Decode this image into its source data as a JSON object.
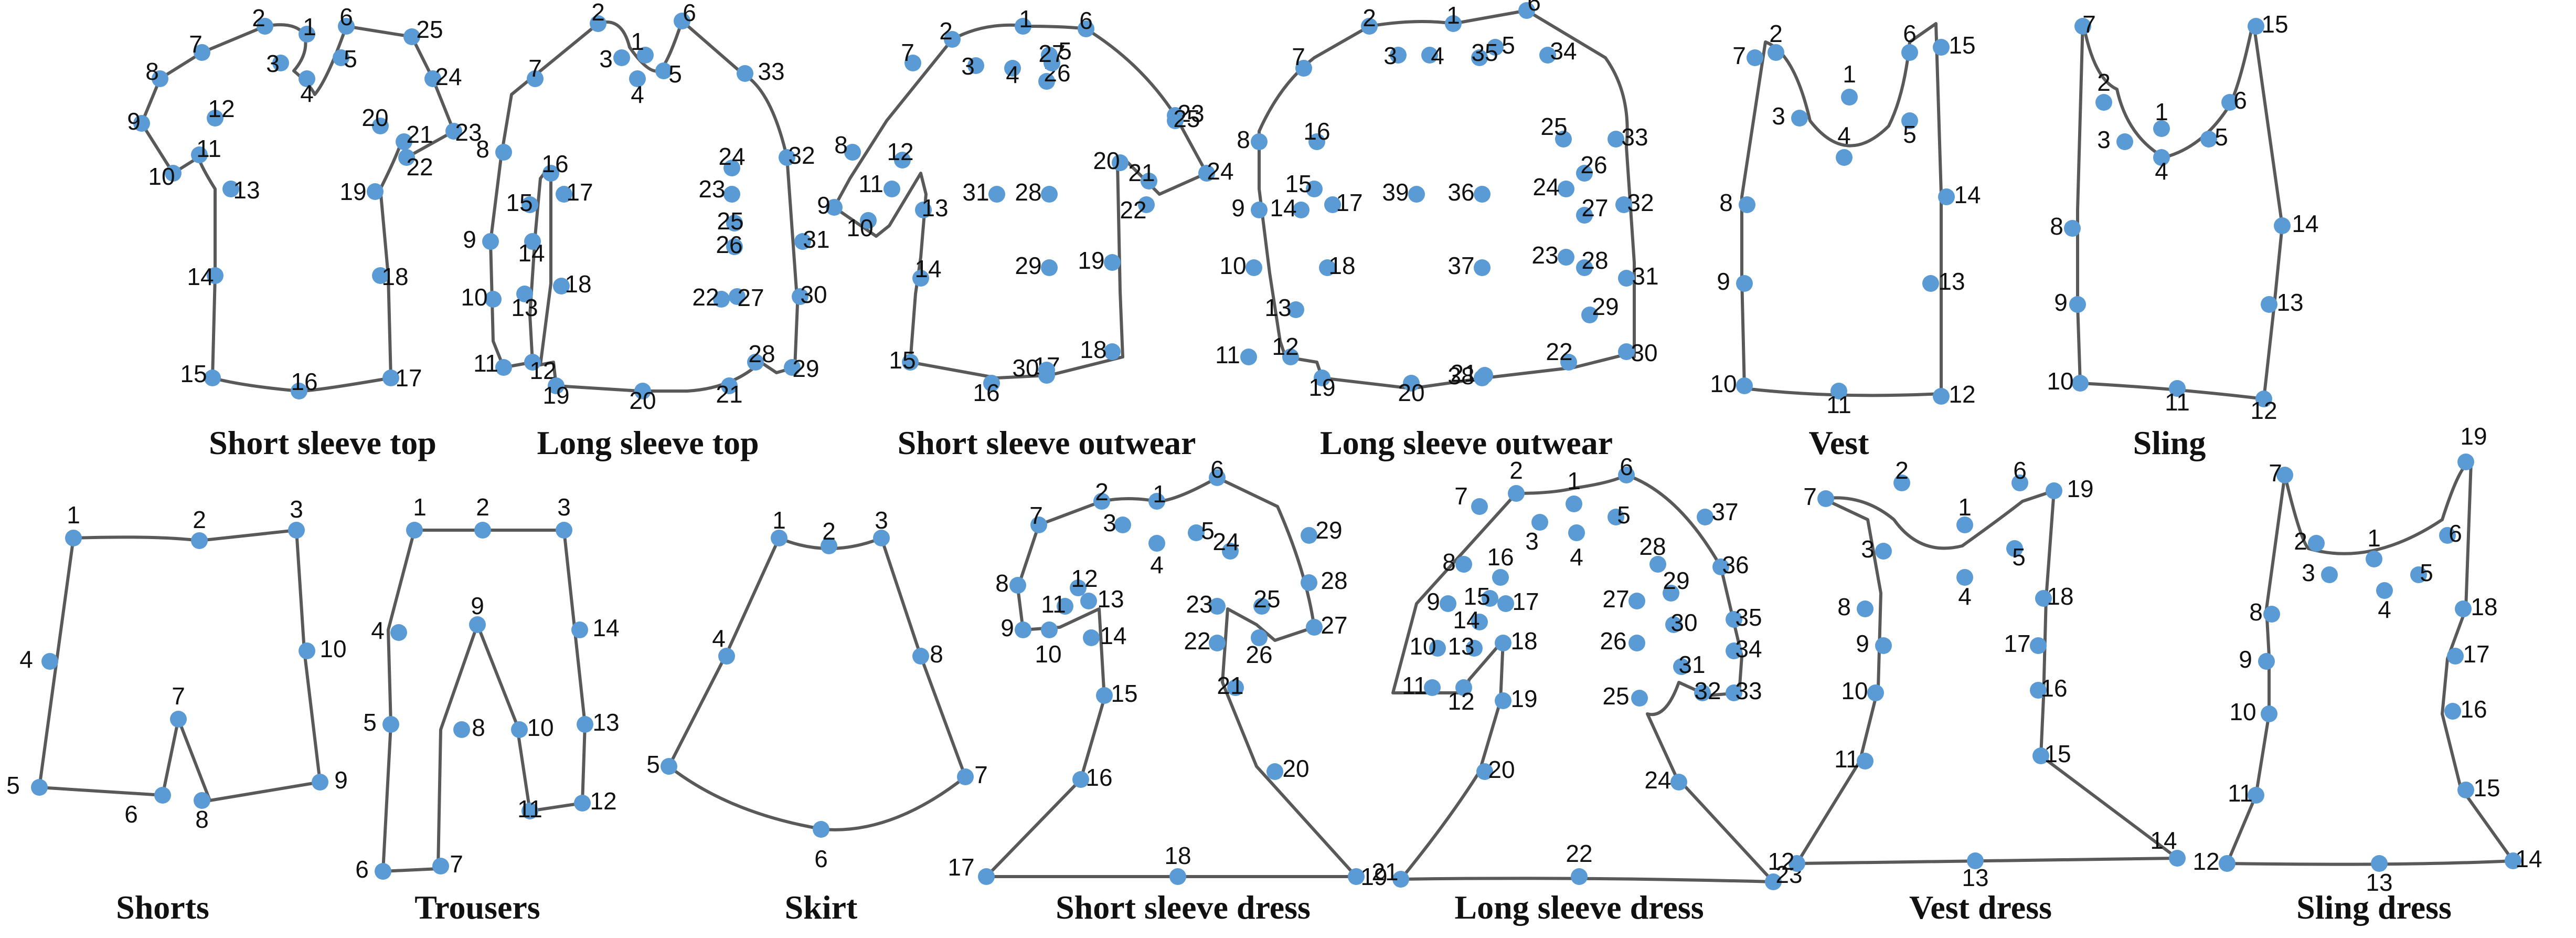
{
  "colors": {
    "keypoint": "#5b9bd5",
    "outline": "#595959",
    "text": "#111111",
    "background": "#ffffff"
  },
  "categories": [
    {
      "name": "Short sleeve top",
      "keypoints": 25
    },
    {
      "name": "Long sleeve top",
      "keypoints": 33
    },
    {
      "name": "Short sleeve outwear",
      "keypoints": 31
    },
    {
      "name": "Long sleeve outwear",
      "keypoints": 39
    },
    {
      "name": "Vest",
      "keypoints": 15
    },
    {
      "name": "Sling",
      "keypoints": 15
    },
    {
      "name": "Shorts",
      "keypoints": 10
    },
    {
      "name": "Trousers",
      "keypoints": 14
    },
    {
      "name": "Skirt",
      "keypoints": 8
    },
    {
      "name": "Short sleeve dress",
      "keypoints": 29
    },
    {
      "name": "Long sleeve dress",
      "keypoints": 37
    },
    {
      "name": "Vest dress",
      "keypoints": 19
    },
    {
      "name": "Sling dress",
      "keypoints": 19
    }
  ]
}
